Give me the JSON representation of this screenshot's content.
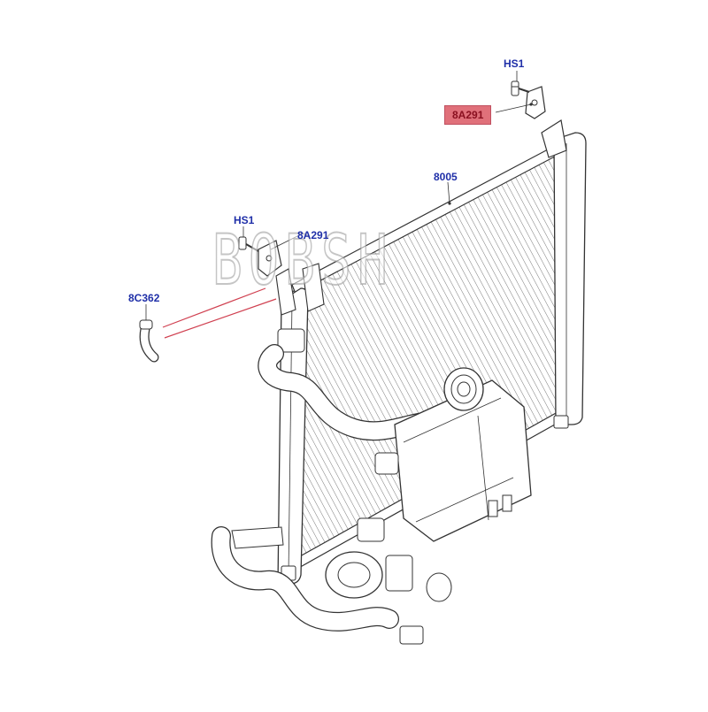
{
  "callouts": {
    "hs1_top": "HS1",
    "bracket_top": "8A291",
    "condenser": "8005",
    "hs1_left": "HS1",
    "bracket_left": "8A291",
    "hose": "8C362"
  },
  "watermark": "BOBSH",
  "colors": {
    "callout_text": "#1f2fa8",
    "highlight_bg": "#e0707a",
    "highlight_text": "#8a1020",
    "leader_red": "#d04050",
    "line": "#333333"
  }
}
